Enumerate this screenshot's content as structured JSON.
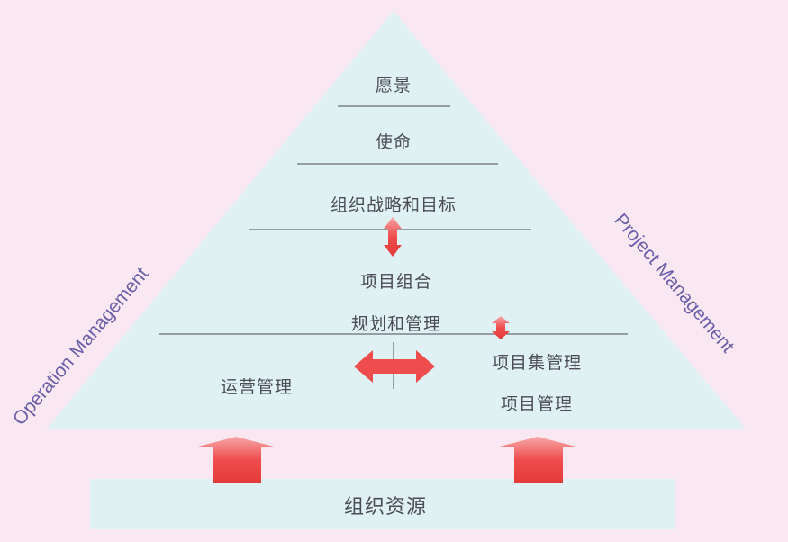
{
  "pyramid": {
    "vision": "愿景",
    "mission": "使命",
    "strategy": "组织战略和目标",
    "portfolio_line1": "项目组合",
    "portfolio_line2": "规划和管理",
    "operations": "运营管理",
    "program": "项目集管理",
    "project": "项目管理",
    "resources": "组织资源"
  },
  "sides": {
    "left": "Operation Management",
    "right": "Project Management"
  },
  "colors": {
    "background": "#f9e8f2",
    "pyramid": "#dff1f3",
    "arrow": "#ef4d4d"
  }
}
